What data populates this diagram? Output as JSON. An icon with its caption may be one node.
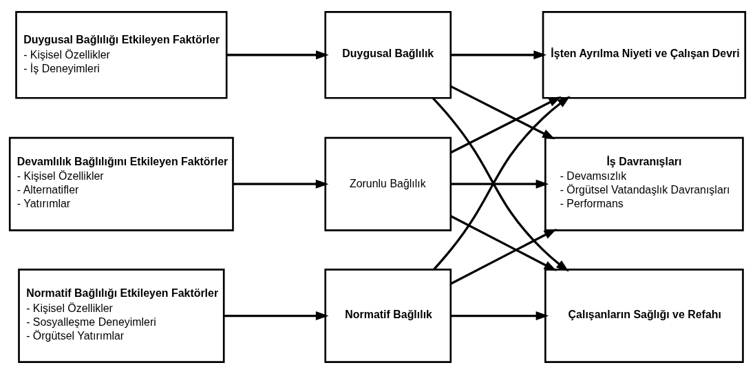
{
  "diagram": {
    "nodes": [
      {
        "text": [
          "Duygusal Bağlılığı Etkileyen Faktörler",
          "- Kişisel Özellikler",
          "- İş Deneyimleri"
        ]
      },
      {
        "text": [
          "Duygusal Bağlılık"
        ]
      },
      {
        "text": [
          "İşten Ayrılma Niyeti ve Çalışan Devri"
        ]
      },
      {
        "text": [
          "Devamlılık Bağlılığını Etkileyen Faktörler",
          "- Kişisel Özellikler",
          "- Alternatifler",
          "- Yatırımlar"
        ]
      },
      {
        "text": [
          "Zorunlu Bağlılık"
        ]
      },
      {
        "text": [
          "İş Davranışları",
          "- Devamsızlık",
          "- Örgütsel Vatandaşlık Davranışları",
          "- Performans"
        ]
      },
      {
        "text": [
          "Normatif Bağlılığı Etkileyen Faktörler",
          "- Kişisel Özellikler",
          "- Sosyalleşme Deneyimleri",
          "- Örgütsel Yatırımlar"
        ]
      },
      {
        "text": [
          "Normatif Bağlılık"
        ]
      },
      {
        "text": [
          "Çalışanların Sağlığı ve Refahı"
        ]
      }
    ],
    "edges": [
      {
        "from": 0,
        "to": 1,
        "arrow": "to"
      },
      {
        "from": 3,
        "to": 4,
        "arrow": "to"
      },
      {
        "from": 6,
        "to": 7,
        "arrow": "to"
      },
      {
        "from": 1,
        "to": 2,
        "arrow": "to"
      },
      {
        "from": 1,
        "to": 5,
        "arrow": "to"
      },
      {
        "from": 1,
        "to": 8,
        "arrow": "to"
      },
      {
        "from": 4,
        "to": 2,
        "arrow": "to"
      },
      {
        "from": 4,
        "to": 5,
        "arrow": "to"
      },
      {
        "from": 4,
        "to": 8,
        "arrow": "to"
      },
      {
        "from": 7,
        "to": 2,
        "arrow": "to"
      },
      {
        "from": 7,
        "to": 5,
        "arrow": "to"
      },
      {
        "from": 7,
        "to": 8,
        "arrow": "to"
      }
    ]
  }
}
